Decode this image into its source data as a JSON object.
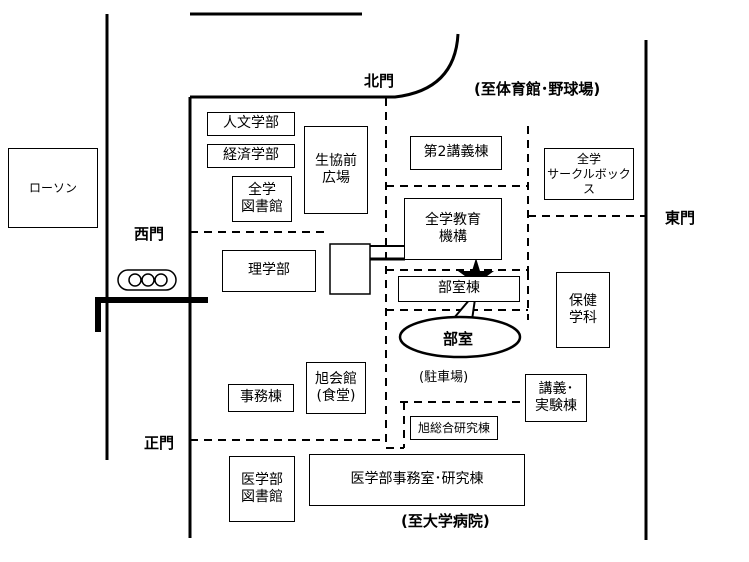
{
  "gates": {
    "north": "北門",
    "west": "西門",
    "east": "東門",
    "main": "正門"
  },
  "directions": {
    "gym": "(至体育館･野球場)",
    "hospital": "(至大学病院)"
  },
  "store": "ローソン",
  "buildings": {
    "humanities": "人文学部",
    "economics": "経済学部",
    "library": "全学\n図書館",
    "coop_plaza": "生協前\n広場",
    "lecture2": "第2講義棟",
    "circle_box": "全学\nサークルボックス",
    "general_education": "全学教育\n機構",
    "club_building": "部室棟",
    "science": "理学部",
    "health": "保健\n学科",
    "admin": "事務棟",
    "asahi_hall": "旭会館\n(食堂)",
    "lecture_lab": "講義･\n実験棟",
    "asahi_research": "旭総合研究棟",
    "medical_library": "医学部\n図書館",
    "medical_office": "医学部事務室･研究棟"
  },
  "parking": "(駐車場)",
  "callout": "部室",
  "markers": {
    "target": "star-marker"
  }
}
